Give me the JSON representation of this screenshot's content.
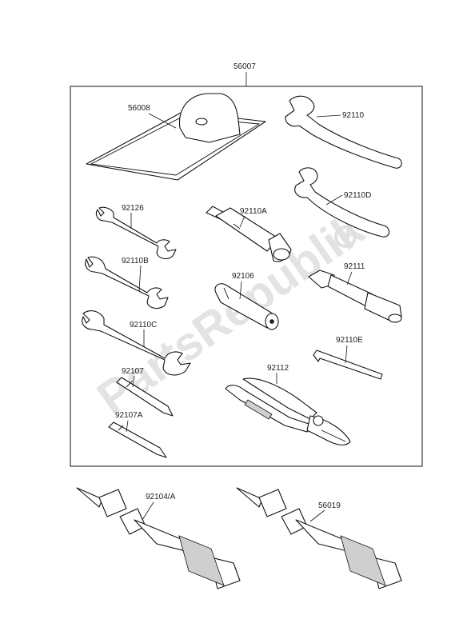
{
  "watermark": "PartsRepublik",
  "assembly": {
    "part_no": "56007"
  },
  "parts": [
    {
      "id": "tool-bag",
      "number": "56008"
    },
    {
      "id": "spanner-92110",
      "number": "92110"
    },
    {
      "id": "spanner-92110d",
      "number": "92110D"
    },
    {
      "id": "wrench-92126",
      "number": "92126"
    },
    {
      "id": "plug-wrench",
      "number": "92110A"
    },
    {
      "id": "wrench-92110b",
      "number": "92110B"
    },
    {
      "id": "handle-92111",
      "number": "92111"
    },
    {
      "id": "bar-92106",
      "number": "92106"
    },
    {
      "id": "wrench-92110c",
      "number": "92110C"
    },
    {
      "id": "hex-key",
      "number": "92110E"
    },
    {
      "id": "driver-92107",
      "number": "92107"
    },
    {
      "id": "pliers",
      "number": "92112"
    },
    {
      "id": "driver-92107a",
      "number": "92107A"
    },
    {
      "id": "grease-tube-1",
      "number": "92104/A"
    },
    {
      "id": "grease-tube-2",
      "number": "56019"
    }
  ]
}
